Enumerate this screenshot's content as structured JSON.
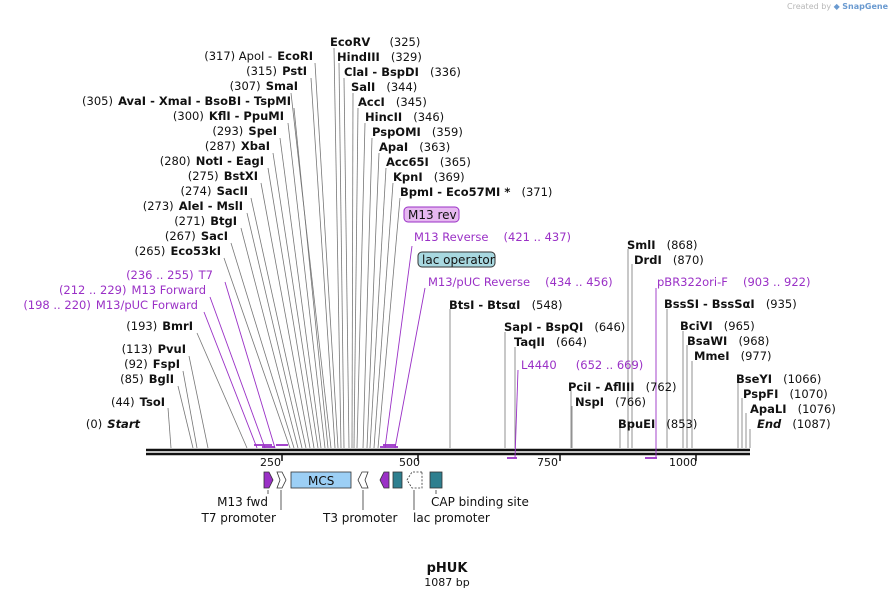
{
  "brand": {
    "prefix": "Created by",
    "name": "SnapGene"
  },
  "plasmid": {
    "name": "pHUK",
    "length_label": "1087 bp",
    "length": 1087
  },
  "ruler": {
    "ticks": [
      "250",
      "500",
      "750",
      "1000"
    ]
  },
  "enzymes_left": [
    {
      "name": "EcoRI",
      "prefix": "(317) ApoI -",
      "pos": 317
    },
    {
      "name": "PstI",
      "prefix": "(315)",
      "pos": 315
    },
    {
      "name": "SmaI",
      "prefix": "(307)",
      "pos": 307
    },
    {
      "name": "AvaI - XmaI - BsoBI - TspMI",
      "prefix": "(305)",
      "pos": 305
    },
    {
      "name": "KflI - PpuMI",
      "prefix": "(300)",
      "pos": 300
    },
    {
      "name": "SpeI",
      "prefix": "(293)",
      "pos": 293
    },
    {
      "name": "XbaI",
      "prefix": "(287)",
      "pos": 287
    },
    {
      "name": "NotI - EagI",
      "prefix": "(280)",
      "pos": 280
    },
    {
      "name": "BstXI",
      "prefix": "(275)",
      "pos": 275
    },
    {
      "name": "SacII",
      "prefix": "(274)",
      "pos": 274
    },
    {
      "name": "AleI - MslI",
      "prefix": "(273)",
      "pos": 273
    },
    {
      "name": "BtgI",
      "prefix": "(271)",
      "pos": 271
    },
    {
      "name": "SacI",
      "prefix": "(267)",
      "pos": 267
    },
    {
      "name": "Eco53kI",
      "prefix": "(265)",
      "pos": 265
    },
    {
      "name": "BmrI",
      "prefix": "(193)",
      "pos": 193
    },
    {
      "name": "PvuI",
      "prefix": "(113)",
      "pos": 113
    },
    {
      "name": "FspI",
      "prefix": "(92)",
      "pos": 92
    },
    {
      "name": "BglI",
      "prefix": "(85)",
      "pos": 85
    },
    {
      "name": "TsoI",
      "prefix": "(44)",
      "pos": 44
    },
    {
      "name": "Start",
      "prefix": "(0)",
      "pos": 0
    }
  ],
  "enzymes_right": [
    {
      "name": "EcoRV",
      "suffix": "(325)",
      "pos": 325
    },
    {
      "name": "HindIII",
      "suffix": "(329)",
      "pos": 329
    },
    {
      "name": "ClaI - BspDI",
      "suffix": "(336)",
      "pos": 336
    },
    {
      "name": "SalI",
      "suffix": "(344)",
      "pos": 344
    },
    {
      "name": "AccI",
      "suffix": "(345)",
      "pos": 345
    },
    {
      "name": "HincII",
      "suffix": "(346)",
      "pos": 346
    },
    {
      "name": "PspOMI",
      "suffix": "(359)",
      "pos": 359
    },
    {
      "name": "ApaI",
      "suffix": "(363)",
      "pos": 363
    },
    {
      "name": "Acc65I",
      "suffix": "(365)",
      "pos": 365
    },
    {
      "name": "KpnI",
      "suffix": "(369)",
      "pos": 369
    },
    {
      "name": "BpmI - Eco57MI *",
      "suffix": "(371)",
      "pos": 371
    },
    {
      "name": "BtsI - BtsαI",
      "suffix": "(548)",
      "pos": 548
    },
    {
      "name": "SapI - BspQI",
      "suffix": "(646)",
      "pos": 646
    },
    {
      "name": "TaqII",
      "suffix": "(664)",
      "pos": 664
    },
    {
      "name": "PciI - AflIII",
      "suffix": "(762)",
      "pos": 762
    },
    {
      "name": "NspI",
      "suffix": "(766)",
      "pos": 766
    },
    {
      "name": "BpuEI",
      "suffix": "(853)",
      "pos": 853
    },
    {
      "name": "SmlI",
      "suffix": "(868)",
      "pos": 868
    },
    {
      "name": "DrdI",
      "suffix": "(870)",
      "pos": 870
    },
    {
      "name": "BssSI - BssSαI",
      "suffix": "(935)",
      "pos": 935
    },
    {
      "name": "BciVI",
      "suffix": "(965)",
      "pos": 965
    },
    {
      "name": "BsaWI",
      "suffix": "(968)",
      "pos": 968
    },
    {
      "name": "MmeI",
      "suffix": "(977)",
      "pos": 977
    },
    {
      "name": "BseYI",
      "suffix": "(1066)",
      "pos": 1066
    },
    {
      "name": "PspFI",
      "suffix": "(1070)",
      "pos": 1070
    },
    {
      "name": "ApaLI",
      "suffix": "(1076)",
      "pos": 1076
    },
    {
      "name": "End",
      "suffix": "(1087)",
      "pos": 1087
    }
  ],
  "primers": [
    {
      "name": "T7",
      "range": "(236 .. 255)"
    },
    {
      "name": "M13 Forward",
      "range": "(212 .. 229)"
    },
    {
      "name": "M13/pUC Forward",
      "range": "(198 .. 220)"
    },
    {
      "name": "M13 Reverse",
      "range": "(421 .. 437)"
    },
    {
      "name": "M13/pUC Reverse",
      "range": "(434 .. 456)"
    },
    {
      "name": "L4440",
      "range": "(652 .. 669)"
    },
    {
      "name": "pBR322ori-F",
      "range": "(903 .. 922)"
    }
  ],
  "boxed_labels": {
    "m13_rev": "M13 rev",
    "lac_operator": "lac operator",
    "mcs": "MCS"
  },
  "feature_labels": {
    "m13_fwd": "M13 fwd",
    "t7_promoter": "T7 promoter",
    "t3_promoter": "T3 promoter",
    "lac_promoter": "lac promoter",
    "cap_site": "CAP binding site"
  },
  "colors": {
    "primer": "#9a30c6",
    "m13_fwd_fill": "#9a30c6",
    "mcs_fill": "#9ccff5",
    "lac_operator_fill": "#a8d8e0",
    "m13_rev_fill": "#e6b8f0",
    "cap_fill": "#2e7f8f",
    "backbone": "#111111"
  }
}
